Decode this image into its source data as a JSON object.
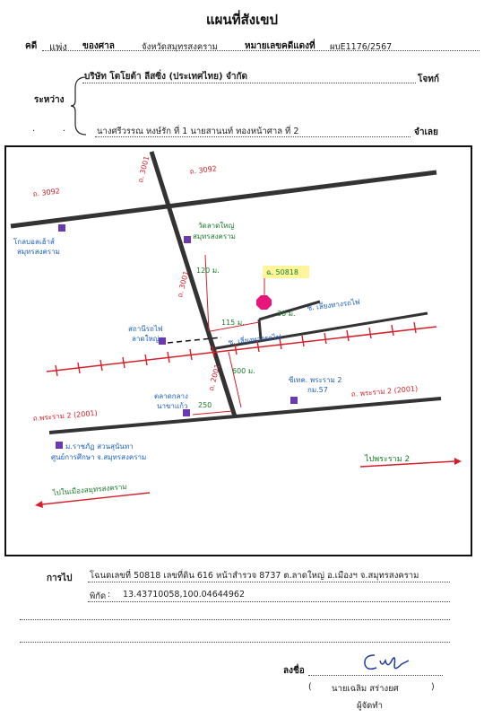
{
  "header": {
    "title": "แผนที่สังเขป",
    "case_label": "คดี",
    "case_type": "แพ่ง",
    "court_label": "ของศาล",
    "court_name": "จังหวัดสมุทรสงคราม",
    "case_no_label": "หมายเลขคดีแดงที่",
    "case_no": "ผบE1176/2567"
  },
  "parties": {
    "between_label": "ระหว่าง",
    "plaintiff_name": "บริษัท โตโยต้า ลีสซิ่ง (ประเทศไทย) จำกัด",
    "plaintiff_label": "โจทก์",
    "defendant_name": "นางศรีวรรณ หงษ์รัก ที่ 1 นายสานนท์ ทองหน้าศาล ที่ 2",
    "defendant_label": "จำเลย"
  },
  "map": {
    "road_3092_left": "ถ. 3092",
    "road_3092_right": "ถ. 3092",
    "road_3001_top": "ถ. 3001",
    "road_3001_mid": "ถ. 3001",
    "road_2001_bottom": "ถ. 2001",
    "road_main_left": "ถ.พระราม 2 (2001)",
    "road_main_right": "ถ. พระราม 2 (2001)",
    "lotus_1": "โกลบอลเฮ้าส์",
    "lotus_2": "สมุทรสงคราม",
    "temple_1": "วัดลาดใหญ่",
    "temple_2": "สมุทรสงคราม",
    "station_1": "สถานีรถไฟ",
    "station_2": "ลาดใหญ่",
    "market_1": "ตลาดกลาง",
    "market_2": "นาขาแก้ว",
    "shop_1": "ซีเทค. พระราม 2",
    "shop_2": "กม.57",
    "uni_1": "ม.ราชภัฏ สวนสุนันทา",
    "uni_2": "ศูนย์การศึกษา จ.สมุทรสงคราม",
    "parcel_tag": "ฉ. 50818",
    "dist_120": "120 ม.",
    "dist_115": "115 ม.",
    "dist_30": "30 ม.",
    "dist_600": "600 ม.",
    "dist_250": "250",
    "soi_label": "ซ. เลี่ยงทางรถไฟ",
    "soi_label_2": "ซ. เลี่ยงทางรถไฟ",
    "to_rama2": "ไปพระราม 2",
    "to_city": "ไปในเมืองสมุทรสงคราม"
  },
  "footer": {
    "goto_label": "การไป",
    "goto_text": "โฉนดเลขที่ 50818 เลขที่ดิน 616 หน้าสำรวจ 8737  ต.ลาดใหญ่  อ.เมืองฯ  จ.สมุทรสงคราม",
    "coord_label": "พิกัด",
    "coord_value": "13.43710058,100.04644962",
    "sign_label": "ลงชื่อ",
    "signer_name": "นายเฉลิม  สร่างยศ",
    "signer_role": "ผู้จัดทำ"
  }
}
